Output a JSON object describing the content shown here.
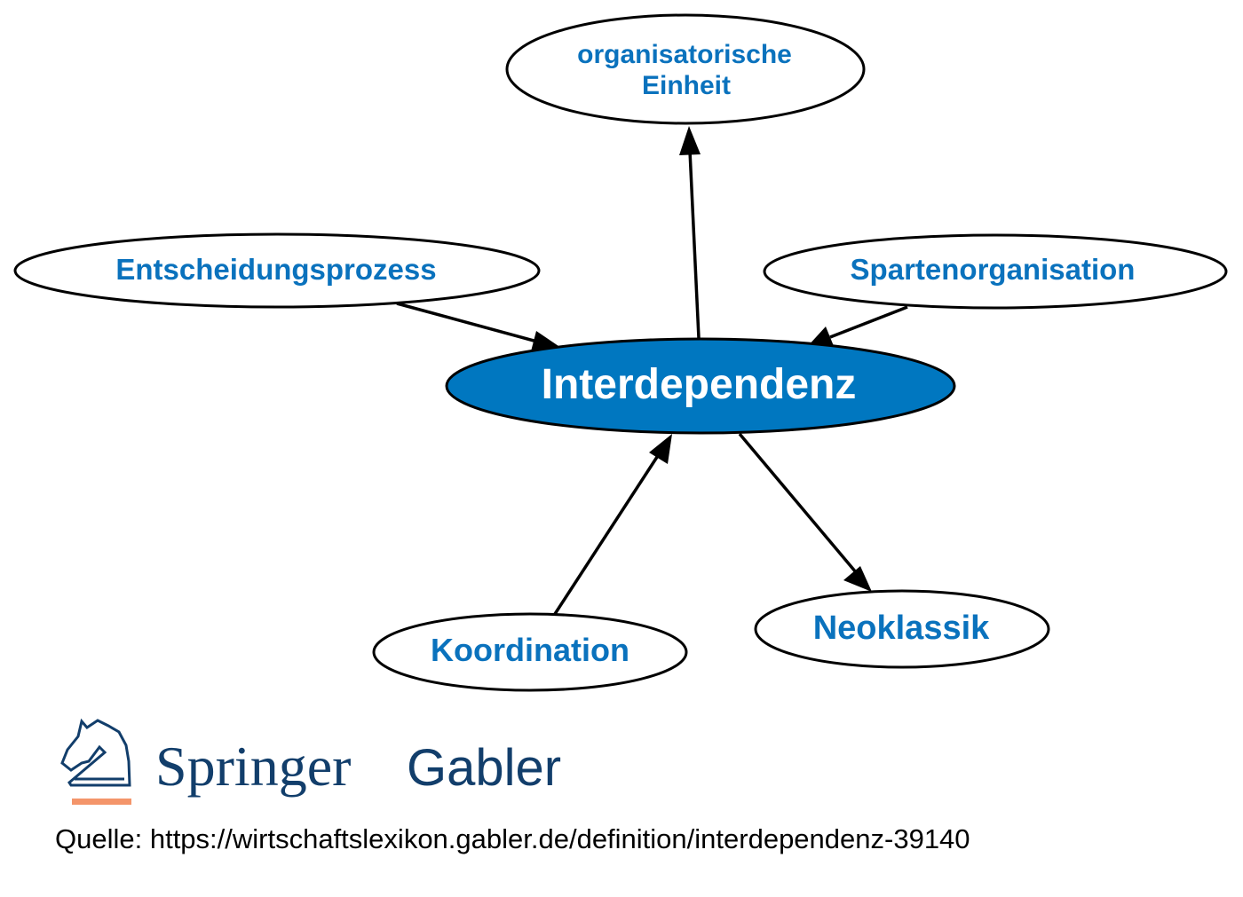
{
  "diagram": {
    "center": "Interdependenz",
    "nodes": {
      "org_line1": "organisatorische",
      "org_line2": "Einheit",
      "entscheidung": "Entscheidungsprozess",
      "sparten": "Spartenorganisation",
      "interdependenz": "Interdependenz",
      "koordination": "Koordination",
      "neoklassik": "Neoklassik"
    },
    "edges": [
      {
        "from": "Interdependenz",
        "to": "organisatorische Einheit"
      },
      {
        "from": "Entscheidungsprozess",
        "to": "Interdependenz"
      },
      {
        "from": "Spartenorganisation",
        "to": "Interdependenz"
      },
      {
        "from": "Koordination",
        "to": "Interdependenz"
      },
      {
        "from": "Interdependenz",
        "to": "Neoklassik"
      }
    ],
    "colors": {
      "accent": "#0077c0",
      "link_text": "#0a72bd",
      "brand": "#123e6b",
      "brand_bar": "#f4956a"
    }
  },
  "logo": {
    "word1": "Springer",
    "word2": "Gabler"
  },
  "source": "Quelle: https://wirtschaftslexikon.gabler.de/definition/interdependenz-39140"
}
